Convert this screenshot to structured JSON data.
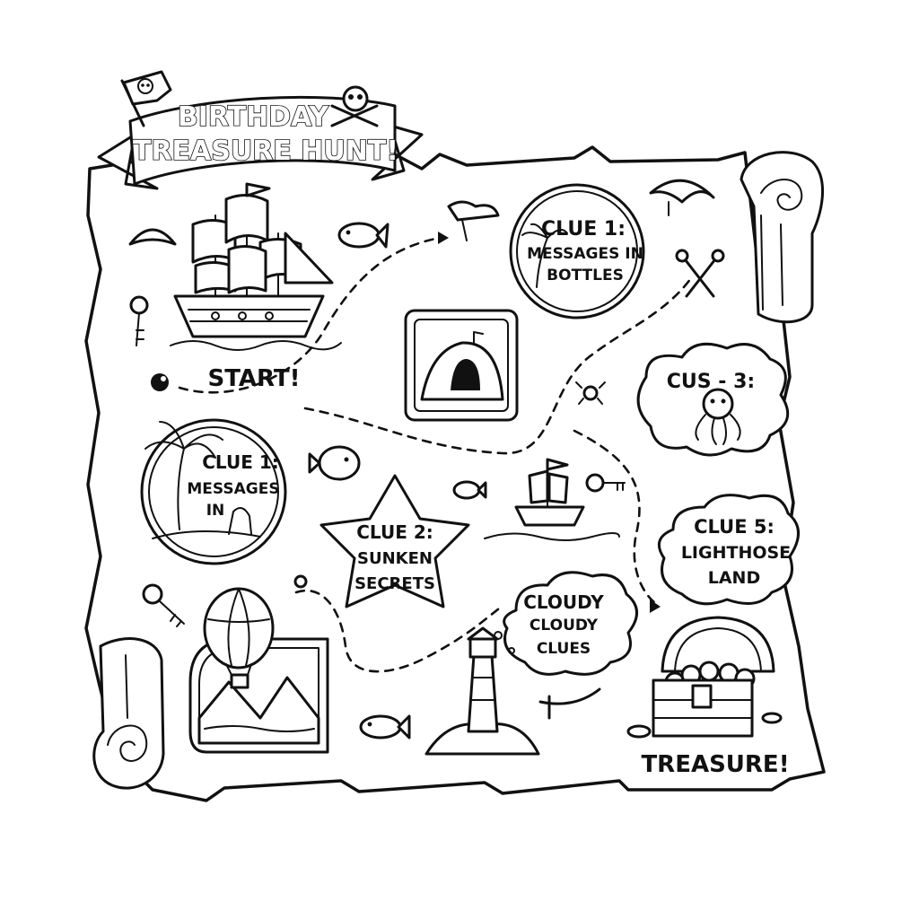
{
  "banner": {
    "line1": "BIRTHDAY",
    "line2": "TREASURE HUNT!"
  },
  "labels": {
    "start": "START!",
    "treasure": "TREASURE!"
  },
  "clues": {
    "bottles_top": {
      "line1": "CLUE 1:",
      "line2": "MESSAGES IN",
      "line3": "BOTTLES"
    },
    "island_left": {
      "line1": "CLUE 1:",
      "line2": "MESSAGES",
      "line3": "IN"
    },
    "star": {
      "line1": "CLUE 2:",
      "line2": "SUNKEN",
      "line3": "SECRETS"
    },
    "octopus": {
      "line1": "CUS - 3:"
    },
    "cloud": {
      "line1": "CLOUDY",
      "line2": "CLOUDY",
      "line3": "CLUES"
    },
    "lighthouse": {
      "line1": "CLUE 5:",
      "line2": "LIGHTHOSE",
      "line3": "LAND"
    }
  }
}
